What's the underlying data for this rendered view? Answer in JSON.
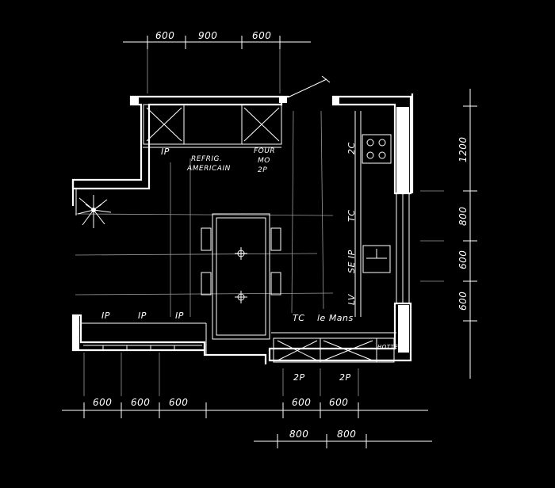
{
  "dimensions": {
    "top": [
      "600",
      "900",
      "600"
    ],
    "right": [
      "1200",
      "800",
      "600",
      "600"
    ],
    "bottom": [
      "600",
      "600",
      "600",
      "600",
      "600"
    ],
    "bottom_lower": [
      "800",
      "800"
    ]
  },
  "labels": {
    "ip_top": "IP",
    "refrig_line1": "REFRIG.",
    "refrig_line2": "AMERICAIN",
    "four_line1": "FOUR",
    "four_line2": "MO",
    "four_line3": "2P",
    "left_ip1": "IP",
    "left_ip2": "IP",
    "left_ip3": "IP",
    "tc": "TC",
    "lemans": "le Mans",
    "twop1": "2P",
    "twop2": "2P",
    "right_2c": "2C",
    "right_tc": "TC",
    "right_seip": "SE IP",
    "right_lv": "LV",
    "hotte_label": "HOTTE"
  }
}
